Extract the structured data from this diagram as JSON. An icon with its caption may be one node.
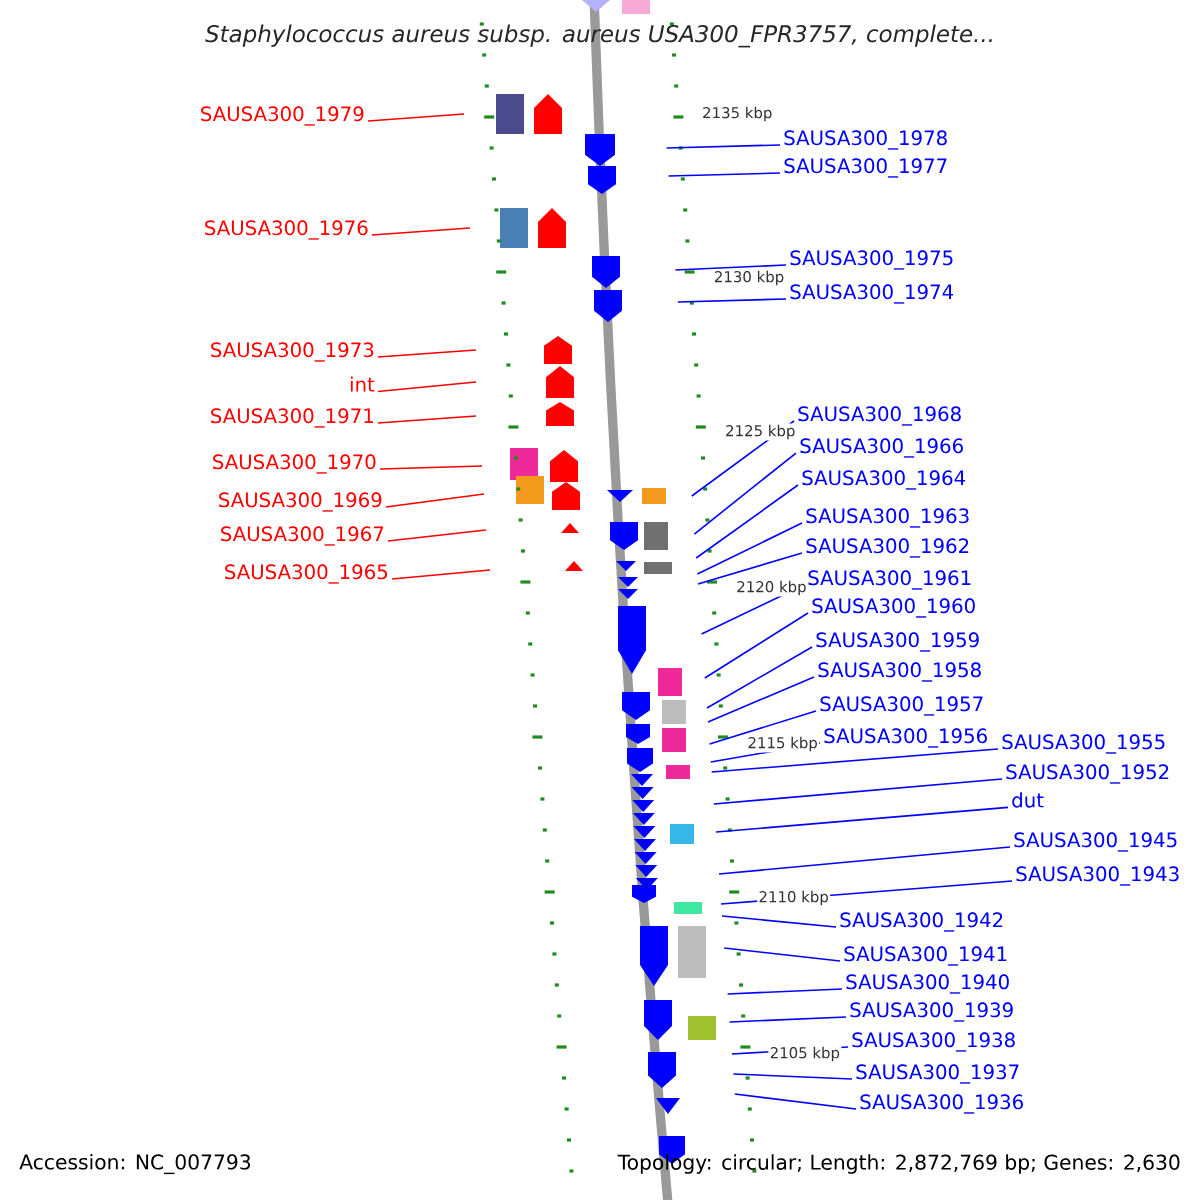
{
  "diagram": {
    "title": "Staphylococcus aureus subsp. aureus USA300_FPR3757, complete...",
    "nodes": [
      {
        "text": [
          "SAUSA300_1979"
        ]
      },
      {
        "text": [
          "SAUSA300_1976"
        ]
      },
      {
        "text": [
          "SAUSA300_1973"
        ]
      },
      {
        "text": [
          "int"
        ]
      },
      {
        "text": [
          "SAUSA300_1971"
        ]
      },
      {
        "text": [
          "SAUSA300_1970"
        ]
      },
      {
        "text": [
          "SAUSA300_1969"
        ]
      },
      {
        "text": [
          "SAUSA300_1967"
        ]
      },
      {
        "text": [
          "SAUSA300_1965"
        ]
      },
      {
        "text": [
          "SAUSA300_1978"
        ]
      },
      {
        "text": [
          "SAUSA300_1977"
        ]
      },
      {
        "text": [
          "SAUSA300_1975"
        ]
      },
      {
        "text": [
          "SAUSA300_1974"
        ]
      },
      {
        "text": [
          "SAUSA300_1968"
        ]
      },
      {
        "text": [
          "SAUSA300_1966"
        ]
      },
      {
        "text": [
          "SAUSA300_1964"
        ]
      },
      {
        "text": [
          "SAUSA300_1963"
        ]
      },
      {
        "text": [
          "SAUSA300_1962"
        ]
      },
      {
        "text": [
          "SAUSA300_1961"
        ]
      },
      {
        "text": [
          "SAUSA300_1960"
        ]
      },
      {
        "text": [
          "SAUSA300_1959"
        ]
      },
      {
        "text": [
          "SAUSA300_1958"
        ]
      },
      {
        "text": [
          "SAUSA300_1957"
        ]
      },
      {
        "text": [
          "SAUSA300_1956"
        ]
      },
      {
        "text": [
          "SAUSA300_1955"
        ]
      },
      {
        "text": [
          "SAUSA300_1952"
        ]
      },
      {
        "text": [
          "dut"
        ]
      },
      {
        "text": [
          "SAUSA300_1945"
        ]
      },
      {
        "text": [
          "SAUSA300_1943"
        ]
      },
      {
        "text": [
          "SAUSA300_1942"
        ]
      },
      {
        "text": [
          "SAUSA300_1941"
        ]
      },
      {
        "text": [
          "SAUSA300_1940"
        ]
      },
      {
        "text": [
          "SAUSA300_1939"
        ]
      },
      {
        "text": [
          "SAUSA300_1938"
        ]
      },
      {
        "text": [
          "SAUSA300_1937"
        ]
      },
      {
        "text": [
          "SAUSA300_1936"
        ]
      }
    ],
    "edges": [
      {
        "from": 0,
        "to": null,
        "arrow": "none",
        "color": "#ff0000"
      },
      {
        "from": 1,
        "to": null,
        "arrow": "none",
        "color": "#ff0000"
      },
      {
        "from": 2,
        "to": null,
        "arrow": "none",
        "color": "#ff0000"
      },
      {
        "from": 3,
        "to": null,
        "arrow": "none",
        "color": "#ff0000"
      },
      {
        "from": 4,
        "to": null,
        "arrow": "none",
        "color": "#ff0000"
      },
      {
        "from": 5,
        "to": null,
        "arrow": "none",
        "color": "#ff0000"
      },
      {
        "from": 6,
        "to": null,
        "arrow": "none",
        "color": "#ff0000"
      },
      {
        "from": 7,
        "to": null,
        "arrow": "none",
        "color": "#ff0000"
      },
      {
        "from": 8,
        "to": null,
        "arrow": "none",
        "color": "#ff0000"
      },
      {
        "from": 9,
        "to": null,
        "arrow": "none"
      },
      {
        "from": 10,
        "to": null,
        "arrow": "none"
      },
      {
        "from": 11,
        "to": null,
        "arrow": "none"
      },
      {
        "from": 12,
        "to": null,
        "arrow": "none"
      },
      {
        "from": 13,
        "to": null,
        "arrow": "none"
      },
      {
        "from": 14,
        "to": null,
        "arrow": "none"
      },
      {
        "from": 15,
        "to": null,
        "arrow": "none"
      },
      {
        "from": 16,
        "to": null,
        "arrow": "none"
      },
      {
        "from": 17,
        "to": null,
        "arrow": "none"
      },
      {
        "from": 18,
        "to": null,
        "arrow": "none"
      },
      {
        "from": 19,
        "to": null,
        "arrow": "none"
      },
      {
        "from": 20,
        "to": null,
        "arrow": "none"
      },
      {
        "from": 21,
        "to": null,
        "arrow": "none"
      },
      {
        "from": 22,
        "to": null,
        "arrow": "none"
      },
      {
        "from": 23,
        "to": null,
        "arrow": "none"
      },
      {
        "from": 24,
        "to": null,
        "arrow": "none"
      },
      {
        "from": 25,
        "to": null,
        "arrow": "none"
      },
      {
        "from": 26,
        "to": null,
        "arrow": "none"
      },
      {
        "from": 27,
        "to": null,
        "arrow": "none"
      },
      {
        "from": 28,
        "to": null,
        "arrow": "none"
      },
      {
        "from": 29,
        "to": null,
        "arrow": "none"
      },
      {
        "from": 30,
        "to": null,
        "arrow": "none"
      },
      {
        "from": 31,
        "to": null,
        "arrow": "none"
      },
      {
        "from": 32,
        "to": null,
        "arrow": "none"
      },
      {
        "from": 33,
        "to": null,
        "arrow": "none"
      },
      {
        "from": 34,
        "to": null,
        "arrow": "none"
      },
      {
        "from": 35,
        "to": null,
        "arrow": "none"
      }
    ],
    "labels": [
      "2135 kbp",
      "2130 kbp",
      "2125 kbp",
      "2120 kbp",
      "2115 kbp",
      "2110 kbp",
      "2105 kbp",
      "Accession: NC_007793",
      "Topology: circular; Length: 2,872,769 bp; Genes: 2,630"
    ]
  }
}
